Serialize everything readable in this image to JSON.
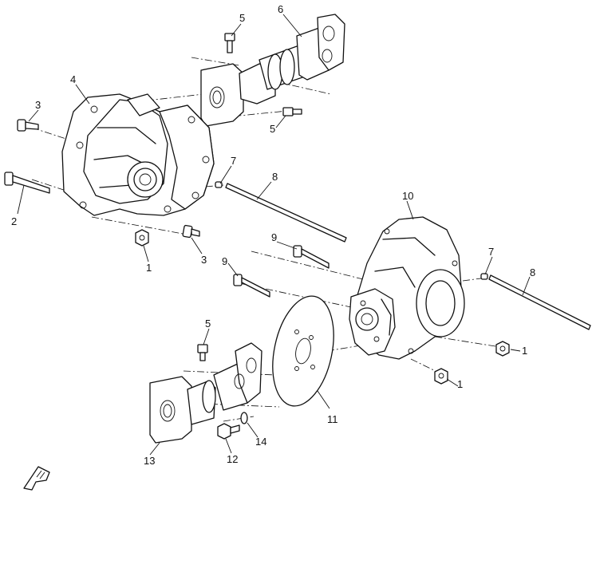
{
  "callouts": [
    {
      "id": "c1a",
      "label": "1"
    },
    {
      "id": "c1b",
      "label": "1"
    },
    {
      "id": "c1c",
      "label": "1"
    },
    {
      "id": "c2",
      "label": "2"
    },
    {
      "id": "c3a",
      "label": "3"
    },
    {
      "id": "c3b",
      "label": "3"
    },
    {
      "id": "c4",
      "label": "4"
    },
    {
      "id": "c5a",
      "label": "5"
    },
    {
      "id": "c5b",
      "label": "5"
    },
    {
      "id": "c5c",
      "label": "5"
    },
    {
      "id": "c6",
      "label": "6"
    },
    {
      "id": "c7a",
      "label": "7"
    },
    {
      "id": "c7b",
      "label": "7"
    },
    {
      "id": "c8a",
      "label": "8"
    },
    {
      "id": "c8b",
      "label": "8"
    },
    {
      "id": "c9a",
      "label": "9"
    },
    {
      "id": "c9b",
      "label": "9"
    },
    {
      "id": "c10",
      "label": "10"
    },
    {
      "id": "c11",
      "label": "11"
    },
    {
      "id": "c12",
      "label": "12"
    },
    {
      "id": "c13",
      "label": "13"
    },
    {
      "id": "c14",
      "label": "14"
    }
  ]
}
